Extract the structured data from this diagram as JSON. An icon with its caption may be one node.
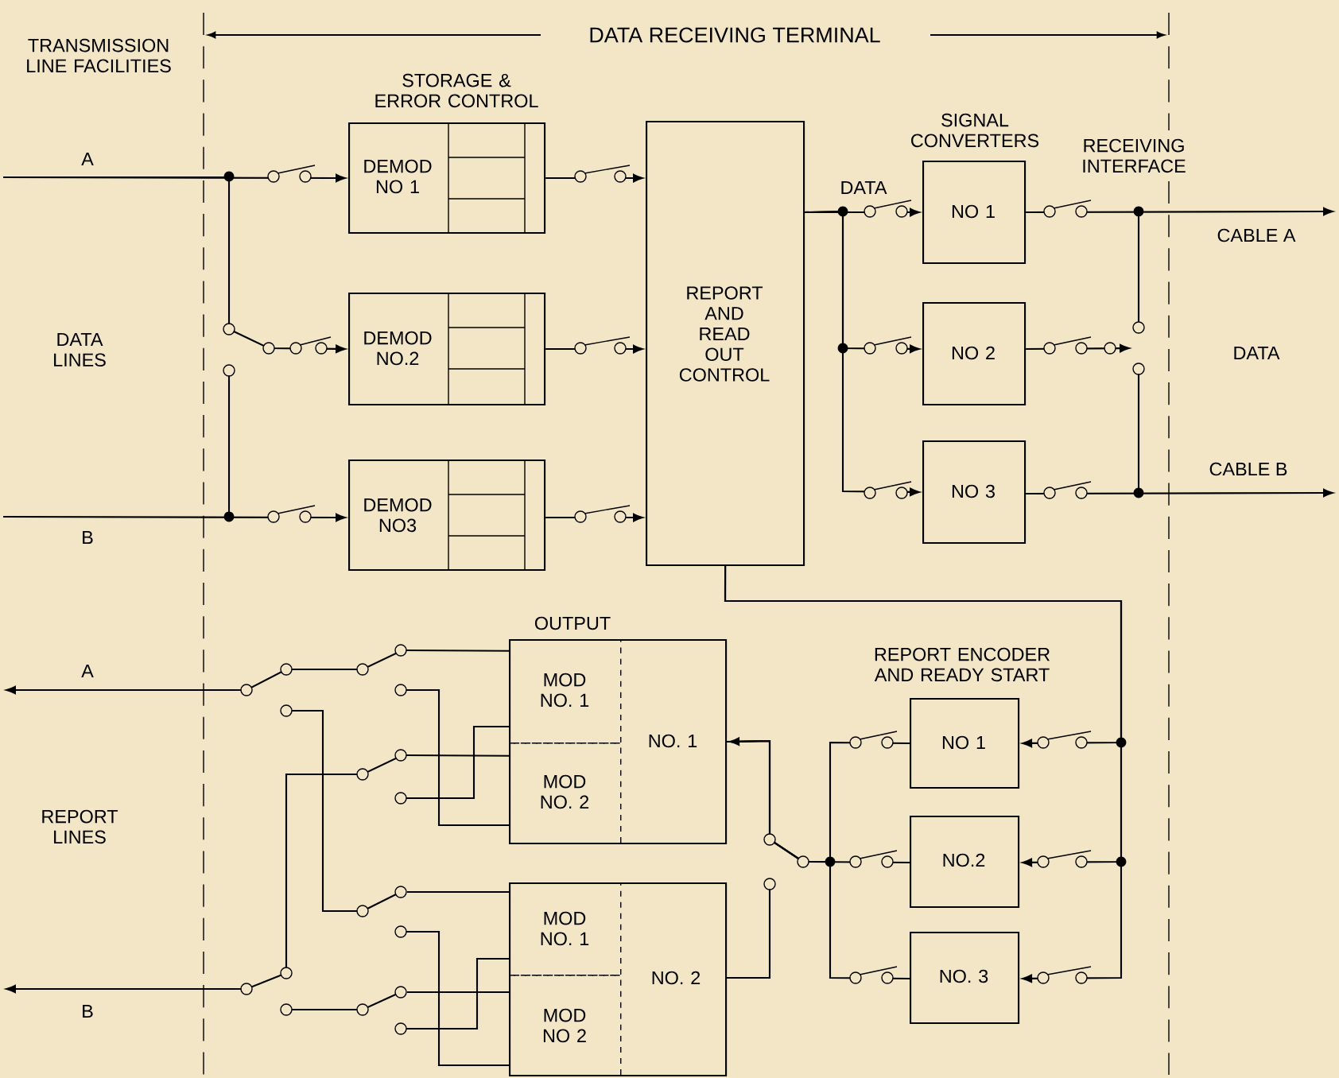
{
  "diagram": {
    "nodes": [
      {
        "text": [
          "DEMOD NO 1"
        ]
      },
      {
        "text": [
          "DEMOD NO.2"
        ]
      },
      {
        "text": [
          "DEMOD NO3"
        ]
      },
      {
        "text": [
          "REPORT AND READ OUT CONTROL"
        ]
      },
      {
        "text": [
          "NO 1"
        ]
      },
      {
        "text": [
          "NO 2"
        ]
      },
      {
        "text": [
          "NO 3"
        ]
      },
      {
        "text": [
          "NO. 1"
        ]
      },
      {
        "text": [
          "MOD NO. 1"
        ],
        "in": 7
      },
      {
        "text": [
          "MOD NO. 2"
        ],
        "in": 7
      },
      {
        "text": [
          "NO. 2"
        ]
      },
      {
        "text": [
          "MOD NO. 1"
        ],
        "in": 10
      },
      {
        "text": [
          "MOD NO 2"
        ],
        "in": 10
      },
      {
        "text": [
          "NO 1"
        ]
      },
      {
        "text": [
          "NO.2"
        ]
      },
      {
        "text": [
          "NO. 3"
        ]
      }
    ],
    "edges": [
      {
        "from": null,
        "to": 0,
        "arrow": "to",
        "label": "A"
      },
      {
        "from": null,
        "to": 1,
        "arrow": "to"
      },
      {
        "from": null,
        "to": 2,
        "arrow": "to",
        "label": "B"
      },
      {
        "from": 0,
        "to": 3,
        "arrow": "to"
      },
      {
        "from": 1,
        "to": 3,
        "arrow": "to"
      },
      {
        "from": 2,
        "to": 3,
        "arrow": "to"
      },
      {
        "from": 3,
        "to": 4,
        "arrow": "to"
      },
      {
        "from": 3,
        "to": 5,
        "arrow": "to"
      },
      {
        "from": 3,
        "to": 6,
        "arrow": "to"
      },
      {
        "from": 4,
        "to": null,
        "arrow": "to",
        "label": "CABLE A"
      },
      {
        "from": 5,
        "to": null,
        "arrow": "to"
      },
      {
        "from": 6,
        "to": null,
        "arrow": "to",
        "label": "CABLE B"
      },
      {
        "from": 3,
        "to": 13,
        "arrow": "to"
      },
      {
        "from": 3,
        "to": 14,
        "arrow": "to"
      },
      {
        "from": 3,
        "to": 15,
        "arrow": "to"
      },
      {
        "from": 13,
        "to": 7,
        "arrow": "none"
      },
      {
        "from": 14,
        "to": 7,
        "arrow": "to"
      },
      {
        "from": 15,
        "to": 7,
        "arrow": "none"
      },
      {
        "from": 8,
        "to": null,
        "arrow": "to",
        "label": "A"
      },
      {
        "from": 9,
        "to": null,
        "arrow": "to",
        "label": "B"
      }
    ],
    "labels": [
      "TRANSMISSION LINE FACILITIES",
      "DATA RECEIVING TERMINAL",
      "STORAGE & ERROR CONTROL",
      "SIGNAL CONVERTERS",
      "RECEIVING INTERFACE",
      "DATA",
      "DATA LINES",
      "DATA",
      "OUTPUT",
      "REPORT ENCODER AND READY START",
      "REPORT LINES"
    ]
  }
}
